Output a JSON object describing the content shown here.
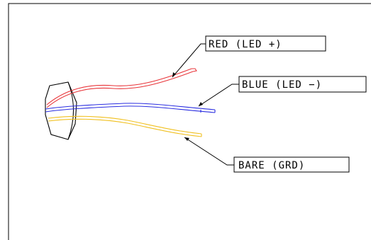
{
  "diagram": {
    "callouts": {
      "red": "RED (LED +)",
      "blue": "BLUE (LED −)",
      "bare": "BARE (GRD)"
    },
    "colors": {
      "red_wire": "#e8353a",
      "blue_wire": "#2b2ee0",
      "bare_wire": "#f0c020",
      "line": "#000000",
      "background": "#ffffff"
    }
  }
}
